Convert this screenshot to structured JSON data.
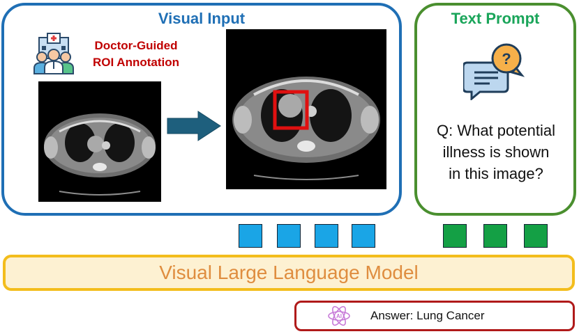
{
  "visual_panel": {
    "title": "Visual Input",
    "annotation_label_line1": "Doctor-Guided",
    "annotation_label_line2": "ROI Annotation"
  },
  "text_panel": {
    "title": "Text Prompt",
    "question_line1": "Q: What potential",
    "question_line2": "illness is shown",
    "question_line3": "in this image?"
  },
  "model": {
    "label": "Visual Large Language Model"
  },
  "answer": {
    "text": "Answer: Lung Cancer",
    "icon_badge": "AI"
  },
  "tokens": {
    "visual_count": 4,
    "text_count": 3
  },
  "icons": [
    "doctors-icon",
    "arrow-right-icon",
    "question-chat-icon",
    "ai-atom-icon"
  ],
  "colors": {
    "visual_blue": "#1f6fb5",
    "text_green": "#4a8f2f",
    "title_green": "#1aa55a",
    "roi_red": "#c00000",
    "visual_token": "#1aa5e6",
    "text_token": "#14a045",
    "model_border": "#f3bd1c",
    "model_fill": "#fdf1d2",
    "model_text": "#df8d3f",
    "answer_border": "#b01a1a"
  }
}
